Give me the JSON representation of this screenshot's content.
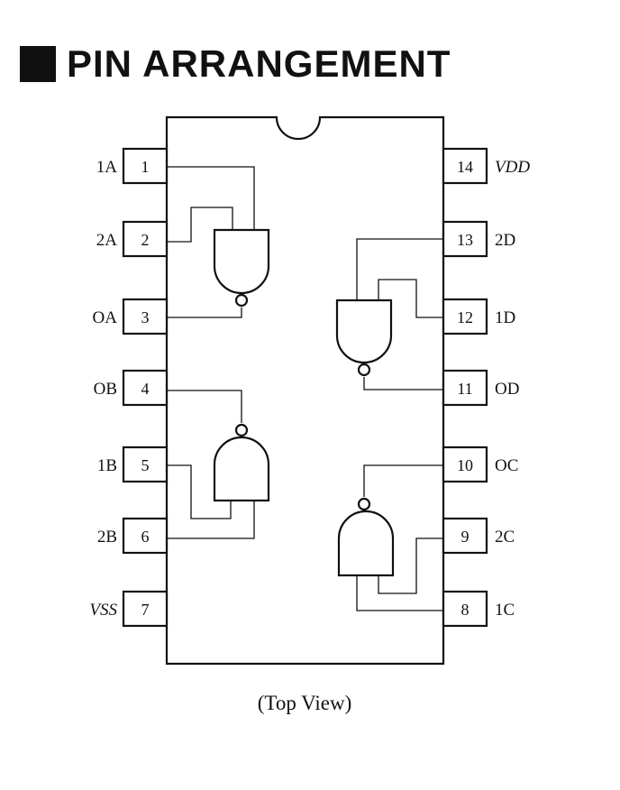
{
  "title": "PIN ARRANGEMENT",
  "caption": "(Top View)",
  "left_pins": [
    {
      "num": "1",
      "label": "1A"
    },
    {
      "num": "2",
      "label": "2A"
    },
    {
      "num": "3",
      "label": "OA"
    },
    {
      "num": "4",
      "label": "OB"
    },
    {
      "num": "5",
      "label": "1B"
    },
    {
      "num": "6",
      "label": "2B"
    },
    {
      "num": "7",
      "label": "VSS"
    }
  ],
  "right_pins": [
    {
      "num": "14",
      "label": "VDD"
    },
    {
      "num": "13",
      "label": "2D"
    },
    {
      "num": "12",
      "label": "1D"
    },
    {
      "num": "11",
      "label": "OD"
    },
    {
      "num": "10",
      "label": "OC"
    },
    {
      "num": "9",
      "label": "2C"
    },
    {
      "num": "8",
      "label": "1C"
    }
  ]
}
